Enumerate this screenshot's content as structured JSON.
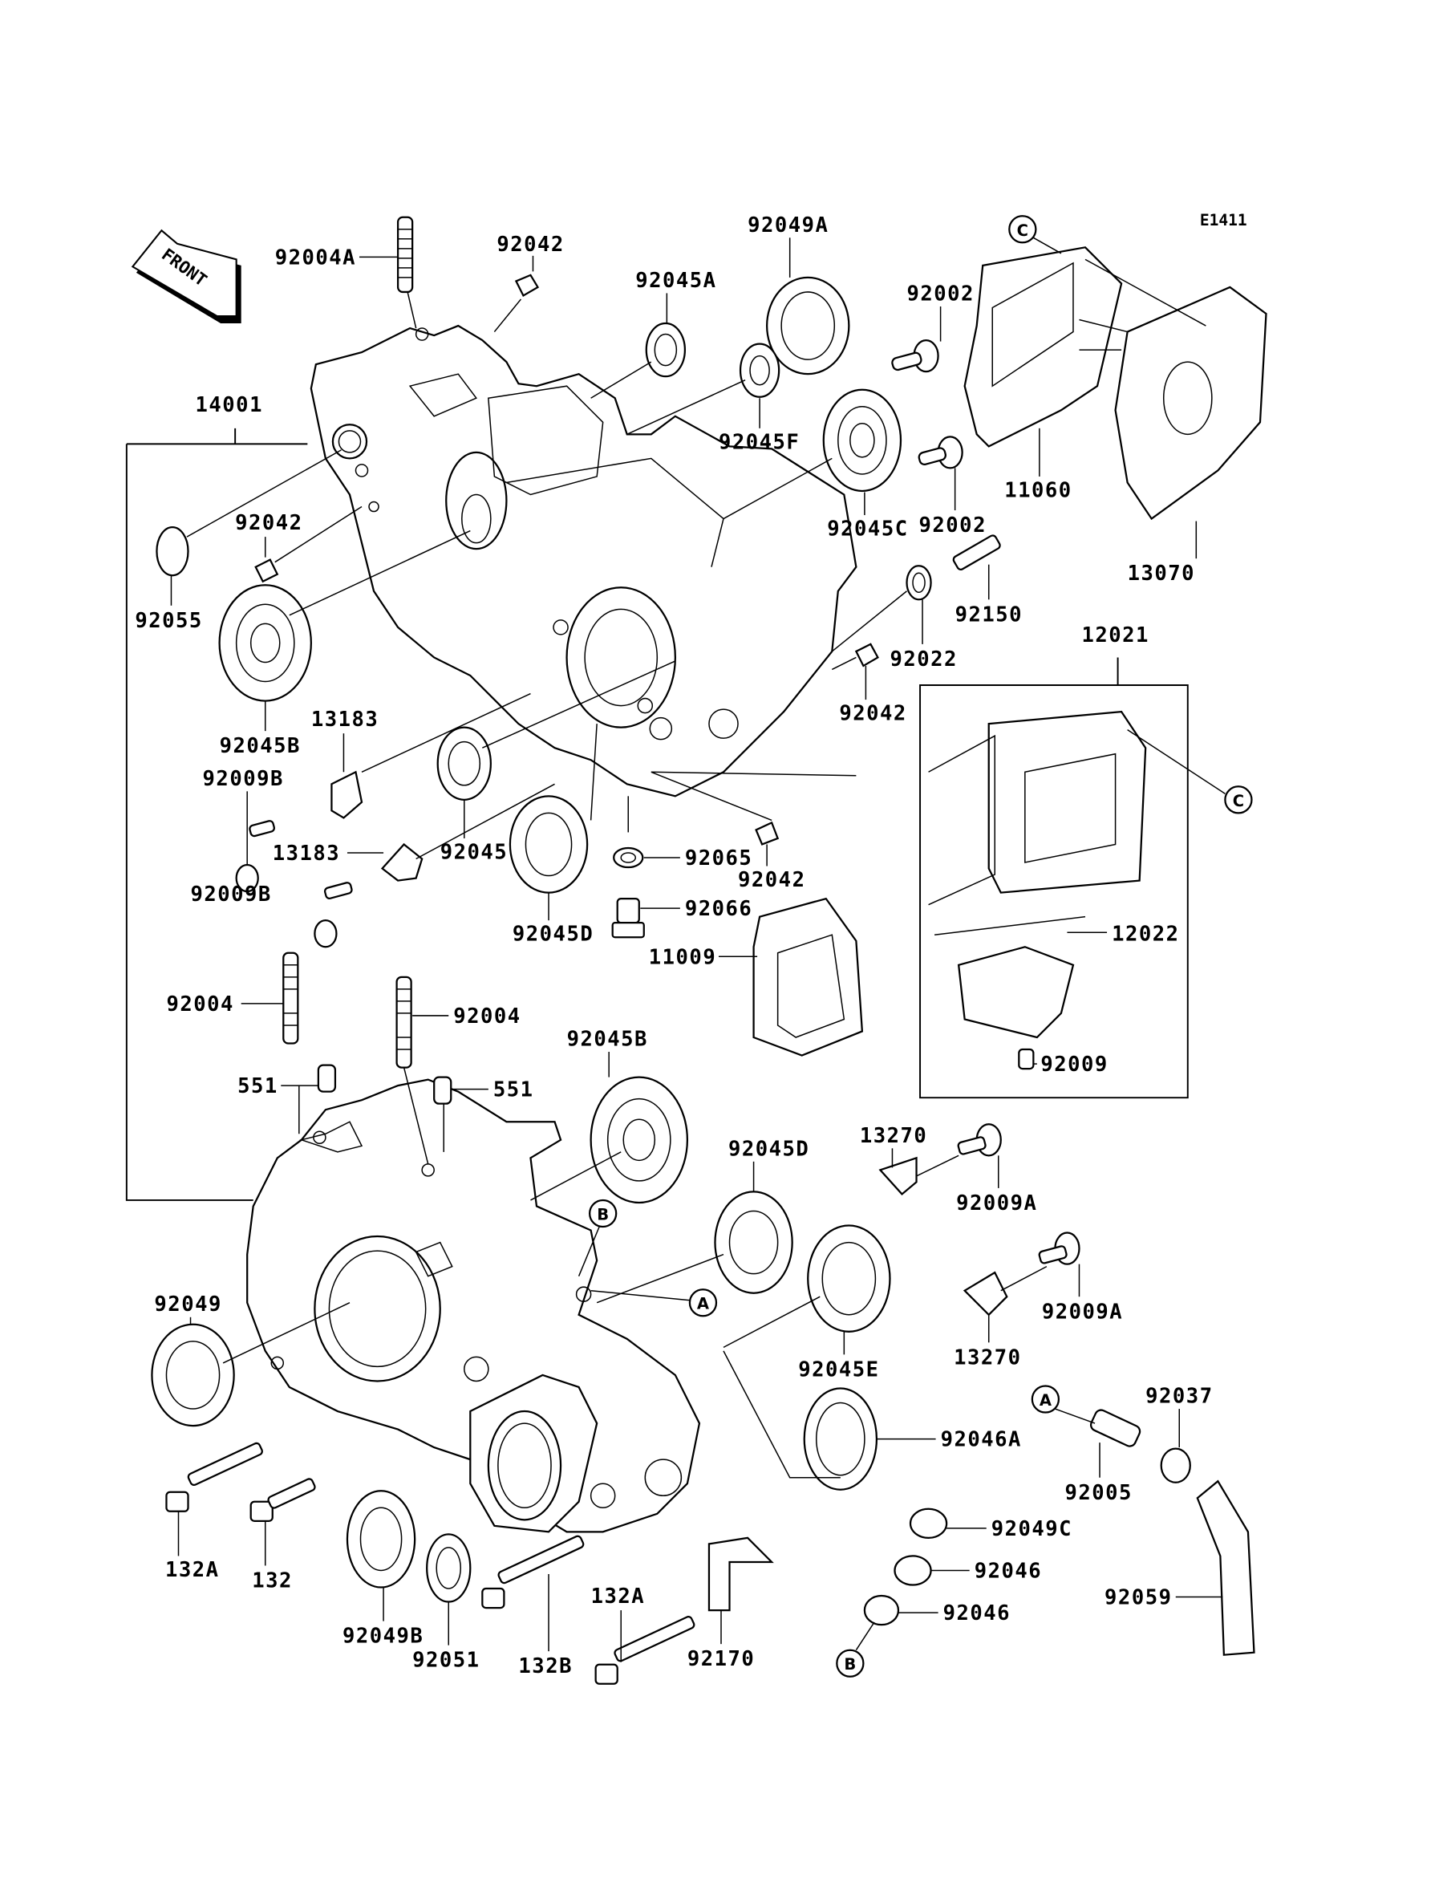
{
  "diagram": {
    "code": "E1411",
    "front_label": "FRONT",
    "reference_markers": [
      "A",
      "B",
      "C"
    ],
    "callouts": [
      {
        "id": "c01",
        "label": "92004A"
      },
      {
        "id": "c02",
        "label": "92042"
      },
      {
        "id": "c03",
        "label": "92045A"
      },
      {
        "id": "c04",
        "label": "92049A"
      },
      {
        "id": "c05",
        "label": "92002"
      },
      {
        "id": "c06",
        "label": "14001"
      },
      {
        "id": "c07",
        "label": "92045F"
      },
      {
        "id": "c08",
        "label": "92042"
      },
      {
        "id": "c09",
        "label": "92055"
      },
      {
        "id": "c10",
        "label": "92045C"
      },
      {
        "id": "c11",
        "label": "92002"
      },
      {
        "id": "c12",
        "label": "11060"
      },
      {
        "id": "c13",
        "label": "13070"
      },
      {
        "id": "c14",
        "label": "92150"
      },
      {
        "id": "c15",
        "label": "92022"
      },
      {
        "id": "c16",
        "label": "92045B"
      },
      {
        "id": "c17",
        "label": "13183"
      },
      {
        "id": "c18",
        "label": "92042"
      },
      {
        "id": "c19",
        "label": "12021"
      },
      {
        "id": "c20",
        "label": "92009B"
      },
      {
        "id": "c21",
        "label": "13183"
      },
      {
        "id": "c22",
        "label": "92045"
      },
      {
        "id": "c23",
        "label": "92065"
      },
      {
        "id": "c24",
        "label": "92042"
      },
      {
        "id": "c25",
        "label": "92009B"
      },
      {
        "id": "c26",
        "label": "92066"
      },
      {
        "id": "c27",
        "label": "92045D"
      },
      {
        "id": "c28",
        "label": "12022"
      },
      {
        "id": "c29",
        "label": "11009"
      },
      {
        "id": "c30",
        "label": "92004"
      },
      {
        "id": "c31",
        "label": "92004"
      },
      {
        "id": "c32",
        "label": "92045B"
      },
      {
        "id": "c33",
        "label": "92009"
      },
      {
        "id": "c34",
        "label": "551"
      },
      {
        "id": "c35",
        "label": "551"
      },
      {
        "id": "c36",
        "label": "92045D"
      },
      {
        "id": "c37",
        "label": "13270"
      },
      {
        "id": "c38",
        "label": "92009A"
      },
      {
        "id": "c39",
        "label": "92049"
      },
      {
        "id": "c40",
        "label": "92009A"
      },
      {
        "id": "c41",
        "label": "13270"
      },
      {
        "id": "c42",
        "label": "92045E"
      },
      {
        "id": "c43",
        "label": "92037"
      },
      {
        "id": "c44",
        "label": "92046A"
      },
      {
        "id": "c45",
        "label": "92005"
      },
      {
        "id": "c46",
        "label": "132A"
      },
      {
        "id": "c47",
        "label": "132"
      },
      {
        "id": "c48",
        "label": "92049C"
      },
      {
        "id": "c49",
        "label": "92046"
      },
      {
        "id": "c50",
        "label": "92059"
      },
      {
        "id": "c51",
        "label": "92046"
      },
      {
        "id": "c52",
        "label": "132A"
      },
      {
        "id": "c53",
        "label": "92049B"
      },
      {
        "id": "c54",
        "label": "92051"
      },
      {
        "id": "c55",
        "label": "132B"
      },
      {
        "id": "c56",
        "label": "92170"
      }
    ]
  }
}
